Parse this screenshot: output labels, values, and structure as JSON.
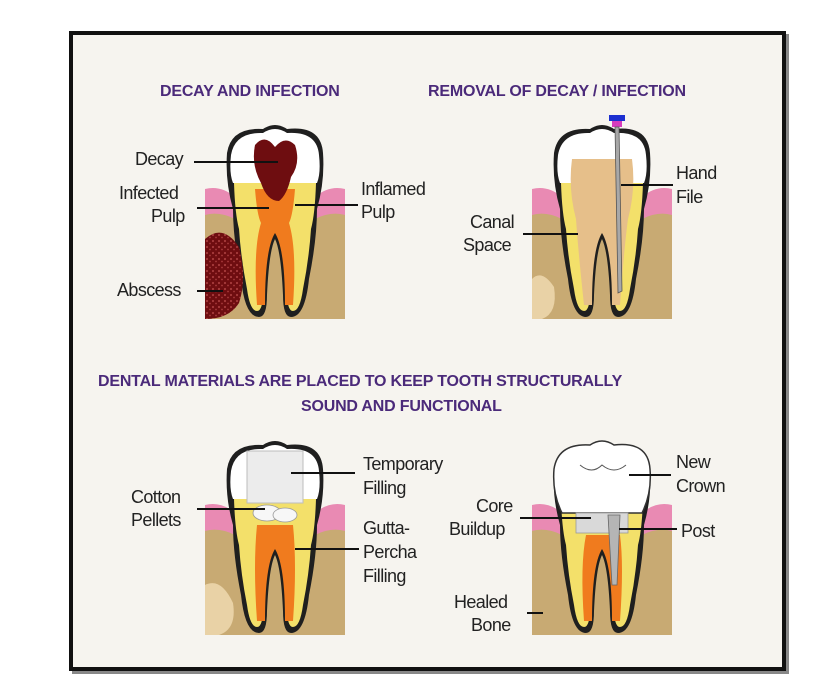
{
  "headings": {
    "decay": "DECAY AND INFECTION",
    "removal": "REMOVAL OF DECAY / INFECTION",
    "materials_line1": "DENTAL MATERIALS ARE PLACED TO KEEP TOOTH STRUCTURALLY",
    "materials_line2": "SOUND AND FUNCTIONAL"
  },
  "labels": {
    "decay": "Decay",
    "infected_pulp_1": "Infected",
    "infected_pulp_2": "Pulp",
    "inflamed_pulp_1": "Inflamed",
    "inflamed_pulp_2": "Pulp",
    "abscess": "Abscess",
    "hand_file_1": "Hand",
    "hand_file_2": "File",
    "canal_space_1": "Canal",
    "canal_space_2": "Space",
    "cotton_pellets_1": "Cotton",
    "cotton_pellets_2": "Pellets",
    "temporary_filling_1": "Temporary",
    "temporary_filling_2": "Filling",
    "gutta_percha_1": "Gutta-",
    "gutta_percha_2": "Percha",
    "gutta_percha_3": "Filling",
    "core_buildup_1": "Core",
    "core_buildup_2": "Buildup",
    "new_crown_1": "New",
    "new_crown_2": "Crown",
    "post": "Post",
    "healed_bone_1": "Healed",
    "healed_bone_2": "Bone"
  },
  "colors": {
    "heading": "#4b2a7a",
    "bone": "#c8aa73",
    "gum": "#e98ab3",
    "enamel": "#ffffff",
    "dentin": "#f3e06a",
    "pulp": "#f07b1e",
    "decay": "#6e0d10",
    "canal_space": "#e6bf8a",
    "metal": "#a8a8a8",
    "file_handle": "#1c2fd0"
  }
}
